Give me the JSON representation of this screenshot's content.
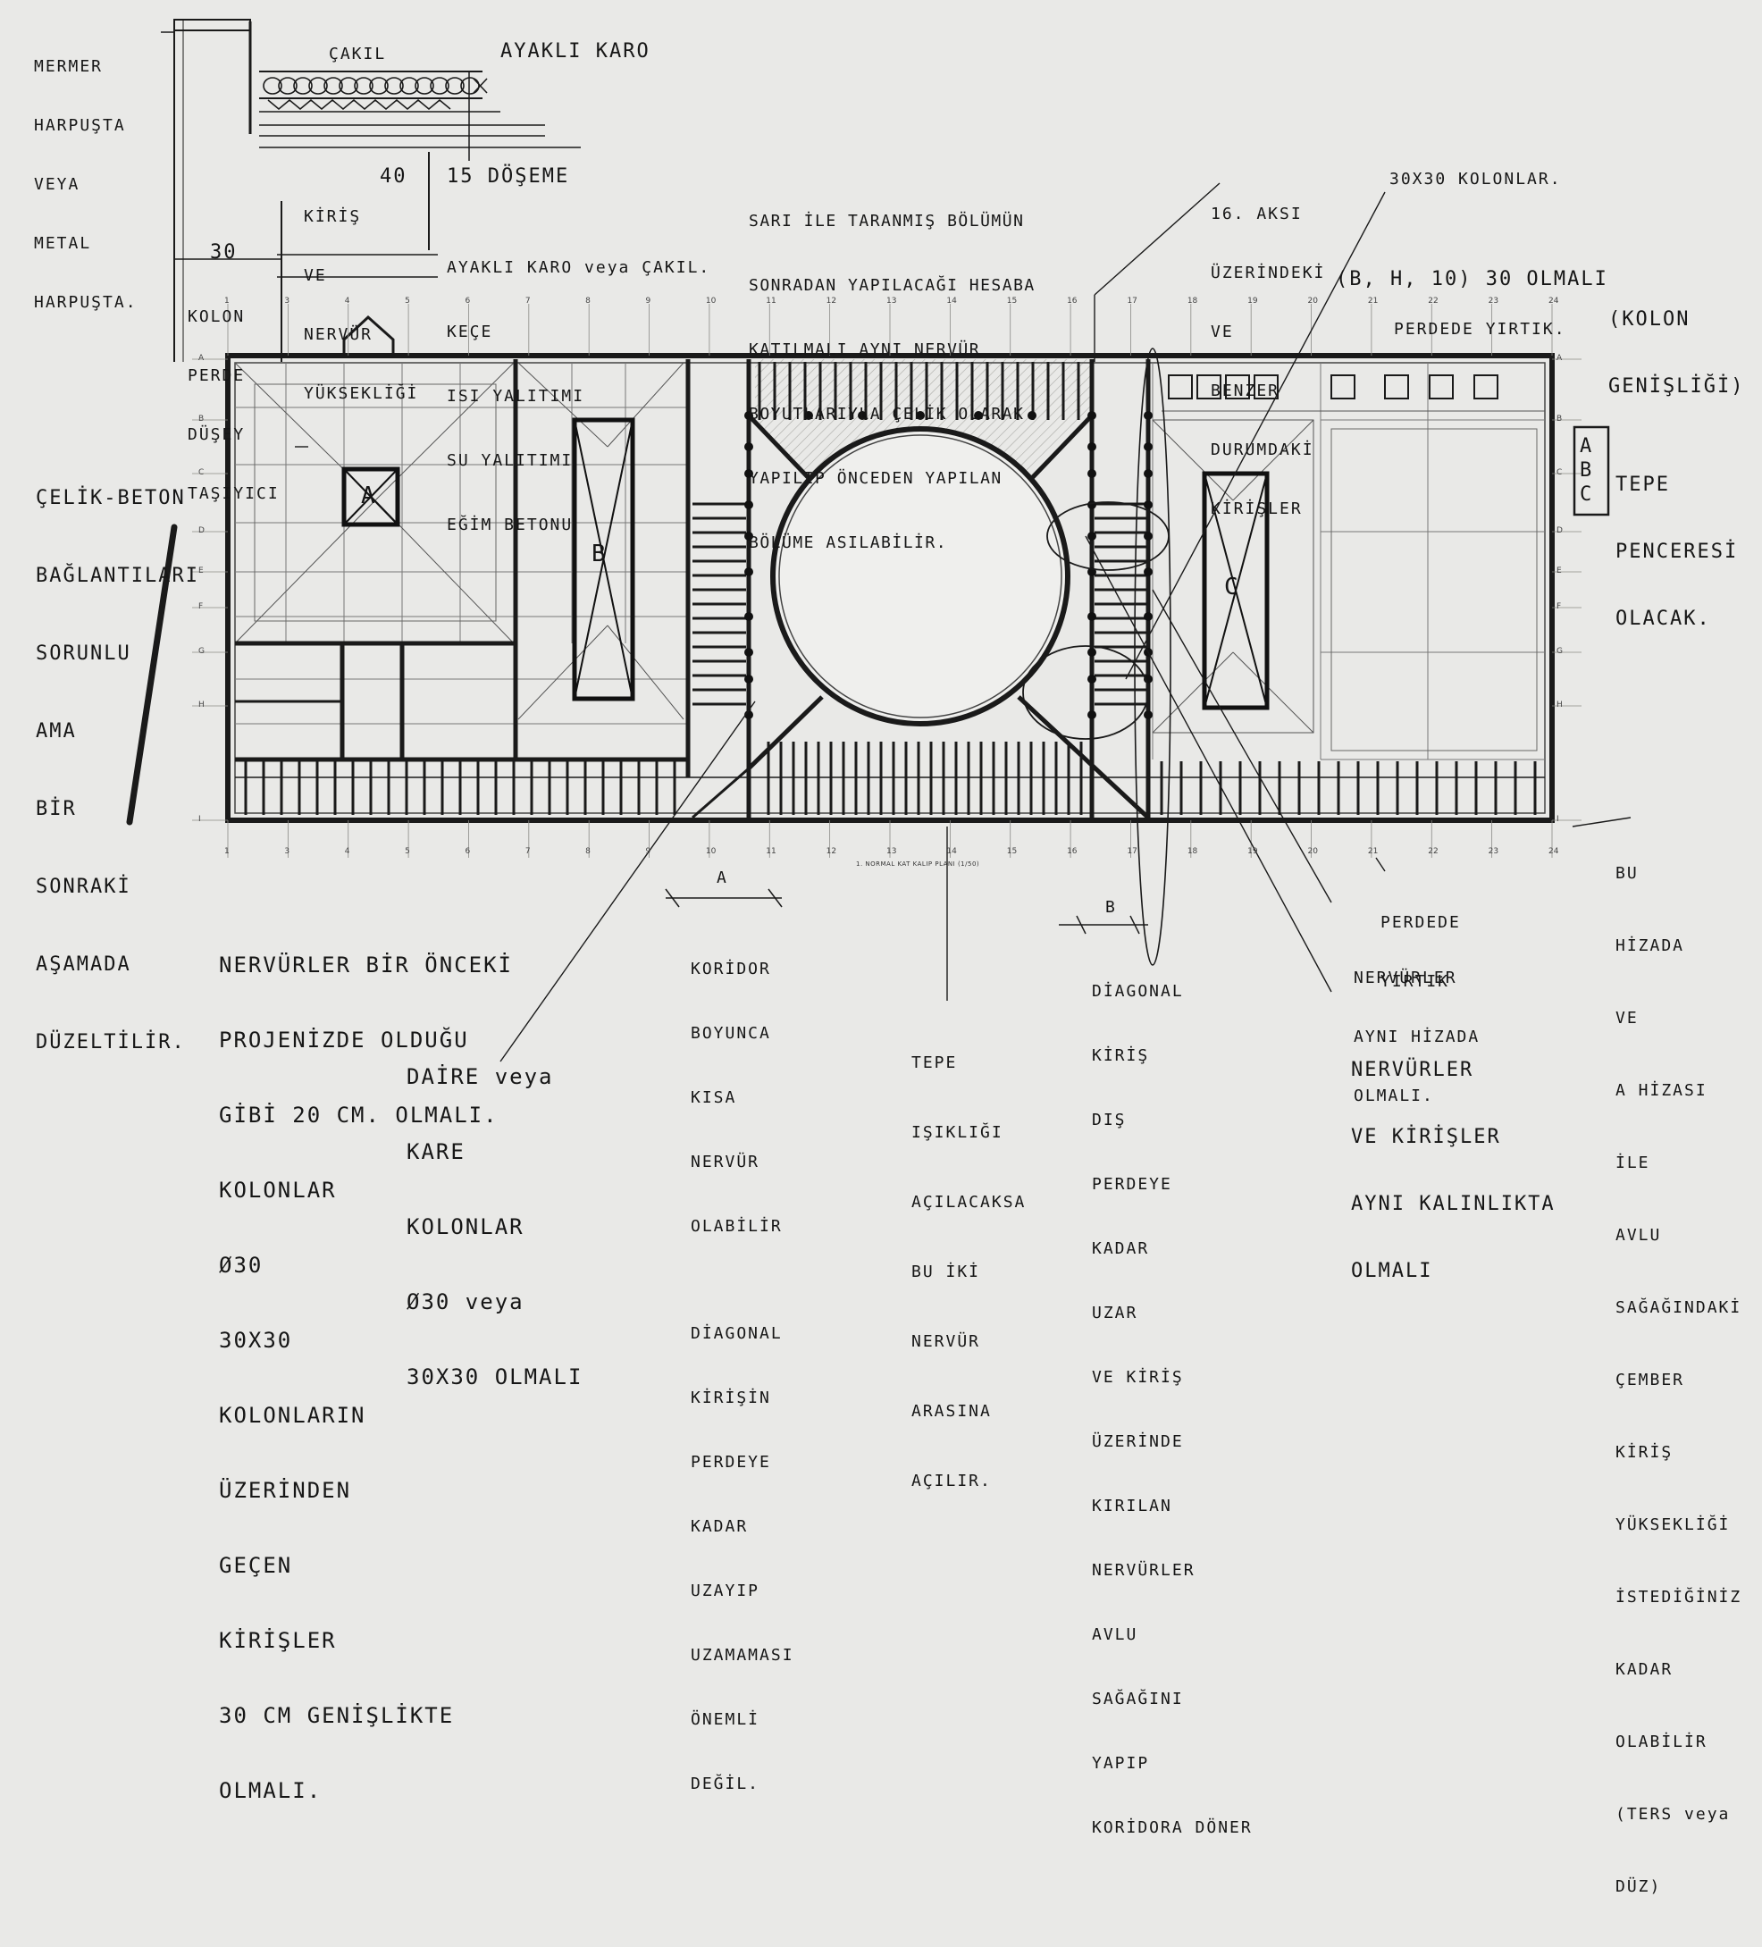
{
  "notes": {
    "mermer": [
      "MERMER",
      "HARPUŞTA",
      "VEYA",
      "METAL",
      "HARPUŞTA."
    ],
    "cakil": "ÇAKIL",
    "ayakli_karo": "AYAKLI KARO",
    "kiris_nervur": [
      "KİRİŞ",
      "VE",
      "NERVÜR",
      "YÜKSEKLİĞİ"
    ],
    "kiris_dim": "40",
    "doseme": "15 DÖŞEME",
    "kolon_dim": "30",
    "kolon": [
      "KOLON",
      "PERDE",
      "DÜŞEY",
      "TAŞIYICI"
    ],
    "layers": [
      "AYAKLI KARO veya ÇAKIL.",
      "KEÇE",
      "ISI YALITIMI",
      "SU YALITIMI",
      "EĞİM BETONU"
    ],
    "sari": [
      "SARI İLE TARANMIŞ BÖLÜMÜN",
      "SONRADAN YAPILACAĞI HESABA",
      "KATILMALI AYNI NERVÜR",
      "BOYUTLARIYLA ÇELİK OLARAK",
      "YAPILIP ÖNCEDEN YAPILAN",
      "BÖLÜME ASILABİLİR."
    ],
    "aks16": [
      "16. AKSI",
      "ÜZERİNDEKİ",
      "VE",
      "BENZER",
      "DURUMDAKİ",
      "KİRİŞLER"
    ],
    "kolonlar30": "30X30 KOLONLAR.",
    "b_h_10": "(B, H, 10) 30 OLMALI",
    "kolon_genisligi": [
      "(KOLON",
      "GENİŞLİĞİ)"
    ],
    "perdede_yirtik_top": "PERDEDE YIRTIK.",
    "tepe_penceresi": [
      "TEPE",
      "PENCERESİ",
      "OLACAK."
    ],
    "abc_box": "ABC",
    "celik_beton": [
      "ÇELİK-BETON",
      "BAĞLANTILARI",
      "SORUNLU",
      "AMA",
      "BİR",
      "SONRAKİ",
      "AŞAMADA",
      "DÜZELTİLİR."
    ],
    "nervurler_bir": [
      "NERVÜRLER BİR ÖNCEKİ",
      "PROJENİZDE OLDUĞU",
      "GİBİ 20 CM. OLMALI.",
      "KOLONLAR",
      "Ø30",
      "30X30",
      "KOLONLARIN",
      "ÜZERİNDEN",
      "GEÇEN",
      "KİRİŞLER",
      "30 CM GENİŞLİKTE",
      "OLMALI."
    ],
    "daire": [
      "DAİRE veya",
      "KARE",
      "KOLONLAR",
      "Ø30 veya",
      "30X30 OLMALI"
    ],
    "koridor": [
      "KORİDOR",
      "BOYUNCA",
      "KISA",
      "NERVÜR",
      "OLABİLİR",
      "",
      "DİAGONAL",
      "KİRİŞİN",
      "PERDEYE",
      "KADAR",
      "UZAYIP",
      "UZAMAMASI",
      "ÖNEMLİ",
      "DEĞİL."
    ],
    "tepe_isikligi": [
      "TEPE",
      "IŞIKLIĞI",
      "AÇILACAKSA",
      "BU İKİ",
      "NERVÜR",
      "ARASINA",
      "AÇILIR."
    ],
    "diagonal": [
      "DİAGONAL",
      "KİRİŞ",
      "DIŞ",
      "PERDEYE",
      "KADAR",
      "UZAR",
      "VE KİRİŞ",
      "ÜZERİNDE",
      "KIRILAN",
      "NERVÜRLER",
      "AVLU",
      "SAĞAĞINI",
      "YAPIP",
      "KORİDORA DÖNER"
    ],
    "nervurler_ayni": [
      "NERVÜRLER",
      "AYNI HİZADA",
      "OLMALI."
    ],
    "nervurler_kirisler": [
      "NERVÜRLER",
      "VE KİRİŞLER",
      "AYNI KALINLIKTA",
      "OLMALI"
    ],
    "bu_hizada": [
      "BU",
      "HİZADA",
      "VE",
      "A HİZASI",
      "İLE",
      "AVLU",
      "SAĞAĞINDAKİ",
      "ÇEMBER",
      "KİRİŞ",
      "YÜKSEKLİĞİ",
      "İSTEDİĞİNİZ",
      "KADAR",
      "OLABİLİR",
      "(TERS veya",
      "DÜZ)"
    ],
    "perdede_yirtik_bottom": [
      "PERDEDE",
      "YIRTIK"
    ],
    "dim_a": "A",
    "dim_b": "B"
  },
  "plan": {
    "title": "1. NORMAL KAT KALIP PLANI  (1/50)",
    "zone_labels": [
      "A",
      "B",
      "C"
    ],
    "axis_numbers_top": [
      "1",
      "3",
      "4",
      "5",
      "6",
      "7",
      "8",
      "9",
      "10",
      "11",
      "12",
      "13",
      "14",
      "15",
      "16",
      "17",
      "18",
      "19",
      "20",
      "21",
      "22",
      "23",
      "24"
    ],
    "axis_letters": [
      "A",
      "B",
      "C",
      "D",
      "E",
      "F",
      "G",
      "H",
      "I"
    ]
  },
  "colors": {
    "paper": "#e9e9e7",
    "ink": "#161616",
    "hatch": "#b9b9b4",
    "grid": "#8a8a86"
  }
}
